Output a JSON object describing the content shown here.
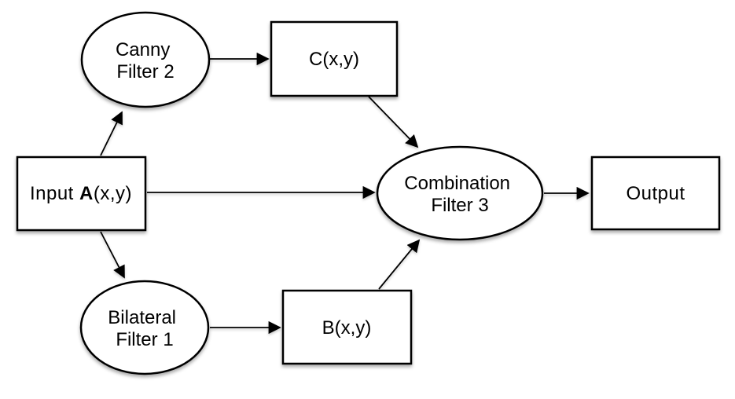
{
  "diagram": {
    "type": "flowchart",
    "background": "#ffffff",
    "colors": {
      "node_fill": "#ffffff",
      "node_stroke": "#000000",
      "text": "#000000",
      "arrow": "#000000"
    },
    "nodes": {
      "canny": {
        "shape": "ellipse",
        "label": "Canny Filter 2",
        "line1": "Canny",
        "line2": "Filter 2"
      },
      "c_box": {
        "shape": "rectangle",
        "label": "C(x,y)"
      },
      "input": {
        "shape": "rectangle",
        "label": "Input A(x,y)",
        "prefix": "Input ",
        "emphasis": "A",
        "suffix": "(x,y)"
      },
      "combination": {
        "shape": "ellipse",
        "label": "Combination Filter 3",
        "line1": "Combination",
        "line2": "Filter 3"
      },
      "output": {
        "shape": "rectangle",
        "label": "Output"
      },
      "bilateral": {
        "shape": "ellipse",
        "label": "Bilateral Filter 1",
        "line1": "Bilateral",
        "line2": "Filter 1"
      },
      "b_box": {
        "shape": "rectangle",
        "label": "B(x,y)"
      }
    },
    "edges": [
      {
        "from": "Input A(x,y)",
        "to": "Canny Filter 2"
      },
      {
        "from": "Canny Filter 2",
        "to": "C(x,y)"
      },
      {
        "from": "C(x,y)",
        "to": "Combination Filter 3"
      },
      {
        "from": "Input A(x,y)",
        "to": "Combination Filter 3"
      },
      {
        "from": "Input A(x,y)",
        "to": "Bilateral Filter 1"
      },
      {
        "from": "Bilateral Filter 1",
        "to": "B(x,y)"
      },
      {
        "from": "B(x,y)",
        "to": "Combination Filter 3"
      },
      {
        "from": "Combination Filter 3",
        "to": "Output"
      }
    ]
  }
}
